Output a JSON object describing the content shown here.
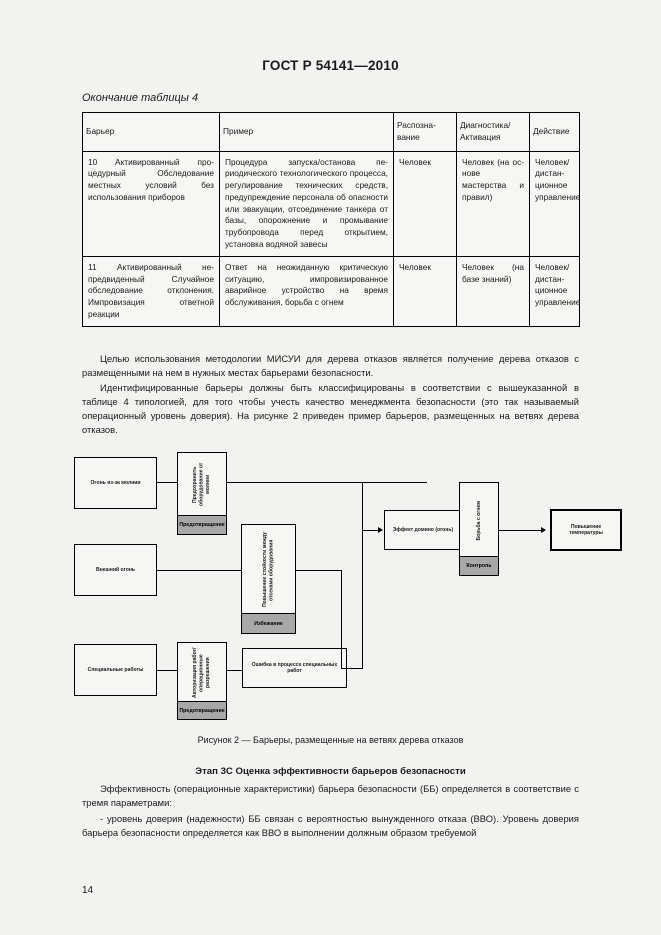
{
  "header": {
    "standard": "ГОСТ Р 54141—2010",
    "table_caption": "Окончание таблицы 4"
  },
  "table": {
    "columns": [
      "Барьер",
      "Пример",
      "Распозна-\nвание",
      "Диагностика/\nАктивация",
      "Действие"
    ],
    "columns_flat": {
      "barrier": "Барьер",
      "example": "Пример",
      "recognition_l1": "Распозна-",
      "recognition_l2": "вание",
      "diagnostics_l1": "Диагностика/",
      "diagnostics_l2": "Активация",
      "action": "Действие"
    },
    "rows": [
      {
        "barrier": "10 Активированный про­цедурный Обследование местных условий без использова­ния приборов",
        "example": "Процедура запуска/останова пе­риодического технологического процесса, регулирование техни­ческих средств, предупреждение персонала об опасности или эва­куации, отсоединение танкера от базы, опорожнение и промыва­ние трубопровода перед открыти­ем, установка водяной завесы",
        "recognition": "Человек",
        "diagnostics": "Человек (на ос­нове мастерства и правил)",
        "action": "Человек/ дистан­ционное управление"
      },
      {
        "barrier": "11 Активированный не­предвиденный Случайное обследование отклонения. Импровизация ответной реакции",
        "example": "Ответ на неожиданную крити­ческую ситуацию, импровизиро­ванное аварийное устройство на время обслуживания, борьба с огнем",
        "recognition": "Человек",
        "diagnostics": "Человек (на базе знаний)",
        "action": "Человек/ дистан­ционное управление"
      }
    ]
  },
  "paragraphs": {
    "p1": "Целью использования методологии МИСУИ для дерева отказов является получение дерева от­казов с размещенными на нем в нужных местах барьерами безопасности.",
    "p2": "Идентифицированные барьеры должны быть классифицированы в соответствии с вышеуказан­ной в таблице 4 типологией, для того чтобы учесть качество менеджмента безопасности (это так на­зываемый операционный уровень доверия). На рисунке 2 приведен пример барьеров, размещенных на ветвях дерева отказов."
  },
  "figure": {
    "caption": "Рисунок 2 — Барьеры, размещенные на ветвях дерева отказов",
    "nodes": {
      "fire_lightning": "Огонь из-за молнии",
      "external_fire": "Внешний огонь",
      "special_works": "Специальные работы",
      "protect_equipment": "Предохранить оборудование от молнии",
      "detect_works_barrier": "Авторизация работ/ операционные разрешения",
      "equipment_resist": "Повышение стойкости\nмеждy отсеками\nоборудования",
      "special_works_error": "Ошибка в процессе специальных работ",
      "domino_effect": "Эффект домино (огонь)",
      "fire_fighting": "Борьба с огнем",
      "temperature_rise": "Повышение температуры"
    },
    "barriers": {
      "prevention_1": "Предотвращение",
      "prevention_2": "Предотвращение",
      "avoidance": "Избежание",
      "control": "Контроль"
    }
  },
  "tail": {
    "stage_heading": "Этап 3С Оценка эффективности барьеров безопасности",
    "p1": "Эффективность (операционные характеристики) барьера безопасности (ББ) определяется в соот­ветствие с тремя параметрами:",
    "p2": "- уровень доверия (надежности) ББ связан с вероятностью вынужденного отказа (ВВО). Уровень доверия барьера безопасности определяется как ВВО в выполнении должным образом требуемой",
    "page_number": "14"
  }
}
